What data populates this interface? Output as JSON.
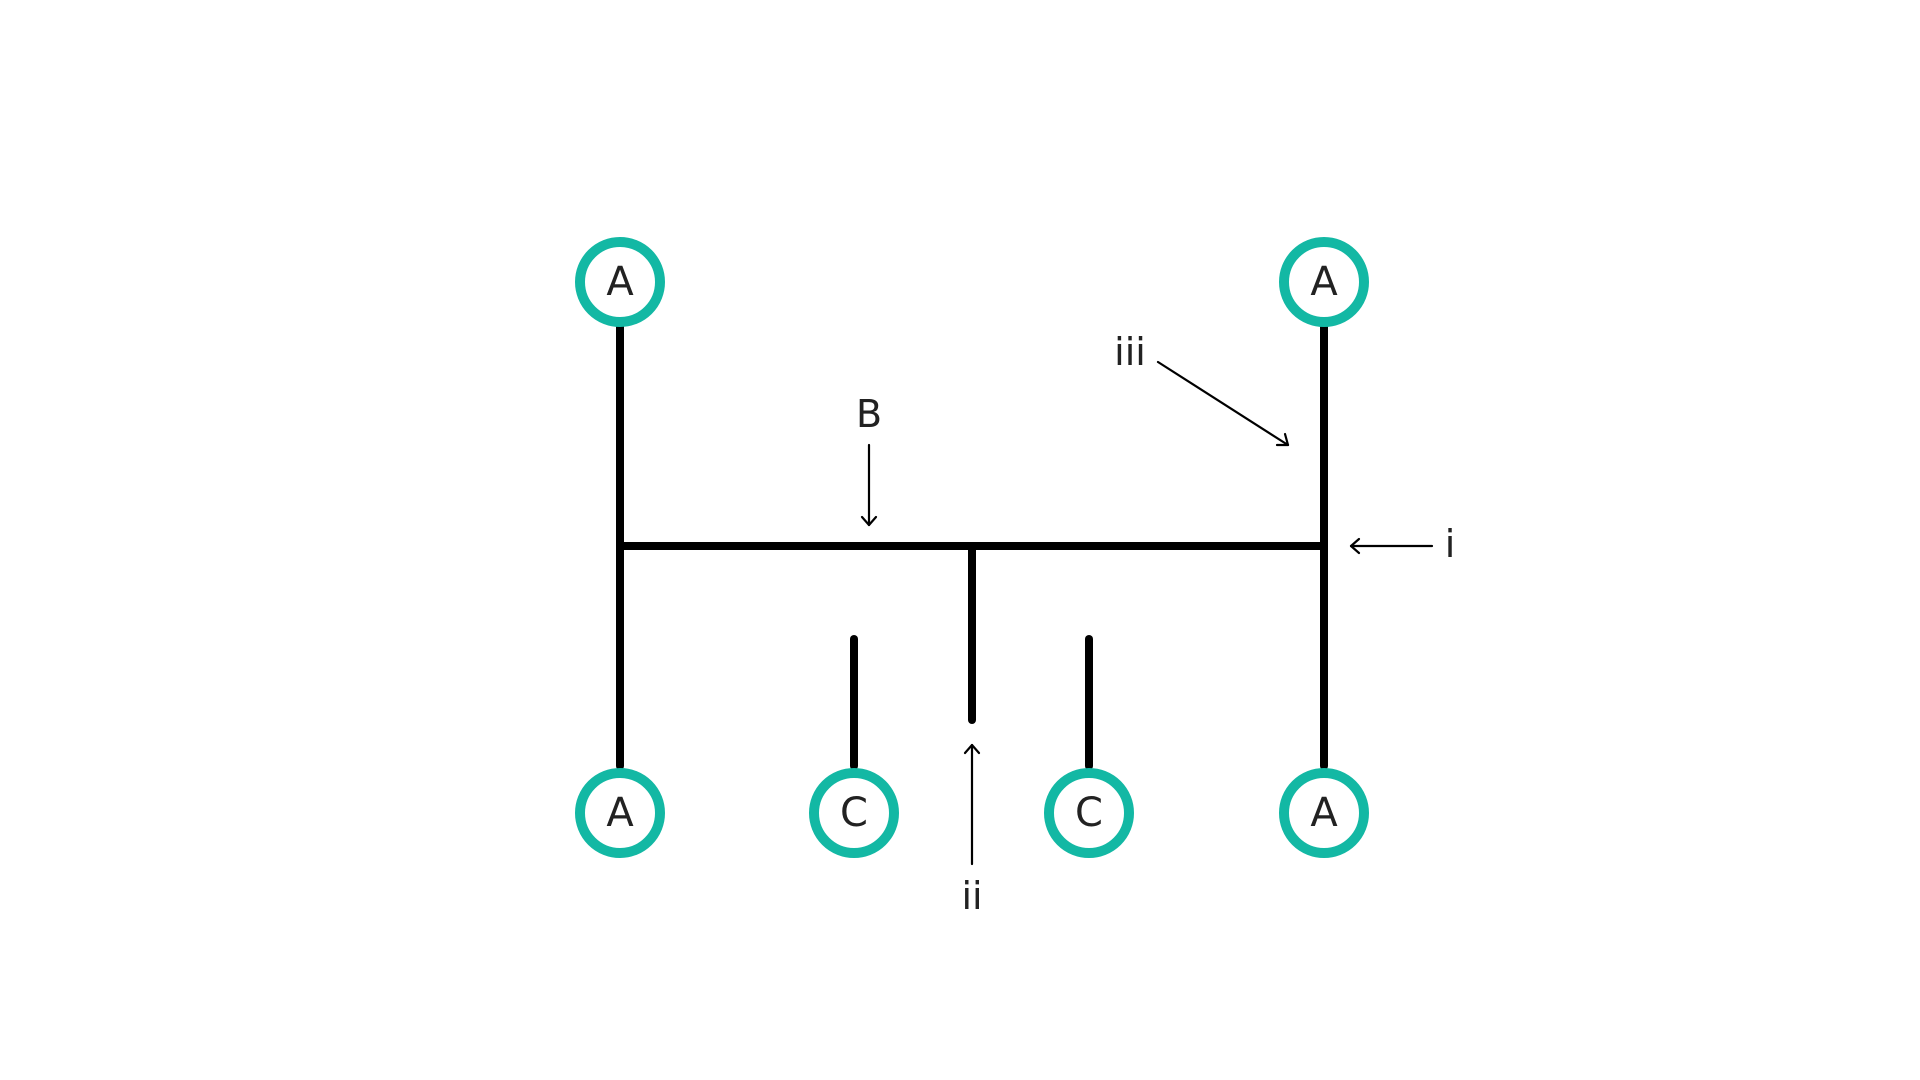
{
  "diagram": {
    "ring_color": "#13b8a4",
    "line_color": "#000000",
    "nodes": {
      "top_left": "A",
      "top_right": "A",
      "bottom_left": "A",
      "bottom_right": "A",
      "bottom_inner_left": "C",
      "bottom_inner_right": "C"
    },
    "labels": {
      "b": "B",
      "i": "i",
      "ii": "ii",
      "iii": "iii"
    }
  }
}
